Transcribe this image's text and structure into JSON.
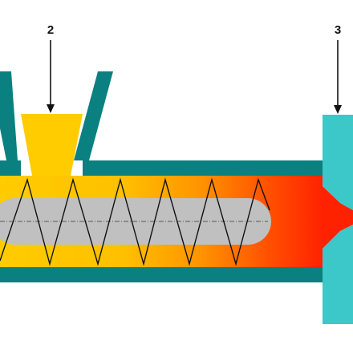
{
  "diagram": {
    "labels": {
      "hopper_callout": "2",
      "die_callout": "3"
    },
    "colors": {
      "barrel": "#0b8080",
      "die_plate": "#3cc8c8",
      "feed_material": "#ffcc00",
      "melt_hot": "#ff2200",
      "screw_shaft": "#c0c0c0",
      "screw_flight": "#111111",
      "arrow": "#111111"
    },
    "icons": {
      "hopper": "funnel-shape",
      "die": "plate-block",
      "screw": "helical-screw"
    }
  }
}
